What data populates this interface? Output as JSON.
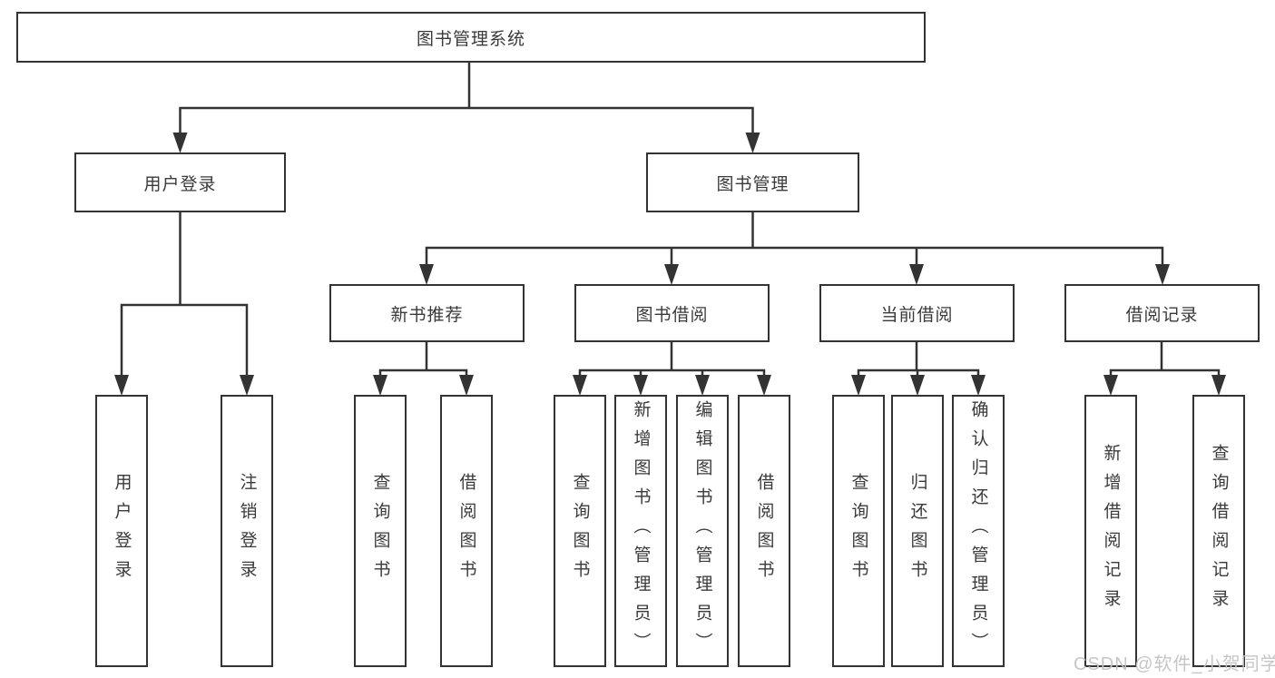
{
  "diagram": {
    "root": {
      "label": "图书管理系统"
    },
    "branches": [
      {
        "label": "用户登录"
      },
      {
        "label": "图书管理"
      }
    ],
    "modules": [
      {
        "label": "新书推荐"
      },
      {
        "label": "图书借阅"
      },
      {
        "label": "当前借阅"
      },
      {
        "label": "借阅记录"
      }
    ],
    "leaves": [
      {
        "label": "用户登录"
      },
      {
        "label": "注销登录"
      },
      {
        "label": "查询图书"
      },
      {
        "label": "借阅图书"
      },
      {
        "label": "查询图书"
      },
      {
        "label": "新增图书（管理员）"
      },
      {
        "label": "编辑图书（管理员）"
      },
      {
        "label": "借阅图书"
      },
      {
        "label": "查询图书"
      },
      {
        "label": "归还图书"
      },
      {
        "label": "确认归还（管理员）"
      },
      {
        "label": "新增借阅记录"
      },
      {
        "label": "查询借阅记录"
      }
    ],
    "colors": {
      "line": "#333333",
      "box_fill": "#ffffff",
      "text": "#3a3a3a",
      "watermark": "#c3c3c3"
    },
    "watermark": {
      "text": "CSDN @软件_小贺同学"
    }
  }
}
